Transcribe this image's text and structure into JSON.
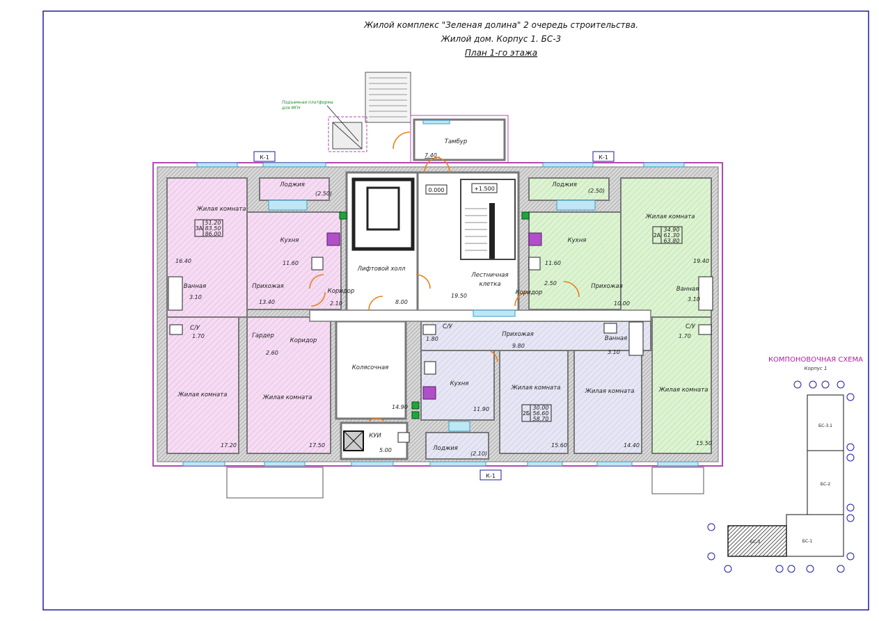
{
  "header": {
    "line1": "Жилой комплекс \"Зеленая долина\" 2 очередь строительства.",
    "line2": "Жилой дом. Корпус 1. БС-3",
    "line3": "План 1-го этажа"
  },
  "platform_note": {
    "line1": "Подъемная платформа",
    "line2": "для МГН"
  },
  "section_marks": {
    "top_left": "К-1",
    "top_right": "К-1",
    "bottom": "К-1"
  },
  "levels": {
    "ground": "0.000",
    "stair": "+1.500"
  },
  "common": {
    "tambur": "Тамбур",
    "tambur_area": "7.40",
    "lift_hall": "Лифтовой холл",
    "lift_hall_area": "8.00",
    "stair_label_1": "Лестничная",
    "stair_label_2": "клетка",
    "stair_area": "19.50",
    "stroller": "Колясочная",
    "stroller_area": "14.90",
    "kui": "КУИ",
    "kui_area": "5.00"
  },
  "apt_left": {
    "loggia": "Лоджия",
    "loggia_area": "(2.50)",
    "room": "Жилая комната",
    "room_area": "16.40",
    "kitchen": "Кухня",
    "kitchen_area": "11.60",
    "hall": "Прихожая",
    "hall_area": "13.40",
    "bath": "Ванная",
    "bath_area": "3.10",
    "wc": "С/У",
    "wc_area": "1.70",
    "corridor": "Коридор",
    "corridor_area": "2.10",
    "garderobe": "Гардер",
    "garderobe_area": "2.60",
    "corridor2": "Коридор",
    "room2": "Жилая комната",
    "room2_area": "17.20",
    "room3": "Жилая комната",
    "room3_area": "17.50",
    "type": "3А",
    "stats": [
      "51.20",
      "83.50",
      "86.00"
    ]
  },
  "apt_right": {
    "loggia": "Лоджия",
    "loggia_area": "(2.50)",
    "room": "Жилая комната",
    "room_area": "19.40",
    "kitchen": "Кухня",
    "kitchen_area": "11.60",
    "hall": "Прихожая",
    "hall_area": "10.00",
    "bath": "Ванная",
    "bath_area": "3.10",
    "wc": "С/У",
    "wc_area": "1.70",
    "corridor": "Коридор",
    "corridor_area": "2.50",
    "room2": "Жилая комната",
    "room2_area": "15.50",
    "type": "2А",
    "stats": [
      "34.90",
      "61.30",
      "63.80"
    ]
  },
  "apt_mid": {
    "wc": "С/У",
    "wc_area": "1.80",
    "hall": "Прихожая",
    "hall_area": "9.80",
    "kitchen": "Кухня",
    "kitchen_area": "11.90",
    "room": "Жилая комната",
    "room_area": "15.60",
    "room2": "Жилая комната",
    "room2_area": "14.40",
    "bath": "Ванная",
    "bath_area": "3.10",
    "loggia": "Лоджия",
    "loggia_area": "(2.10)",
    "type": "2Б",
    "stats": [
      "30.00",
      "56.60",
      "58.70"
    ]
  },
  "scheme": {
    "title": "КОМПОНОВОЧНАЯ СХЕМА",
    "subtitle": "Корпус 1",
    "blocks": [
      "БС-3.1",
      "БС-2",
      "БС-3",
      "БС-1"
    ]
  },
  "colors": {
    "frame": "#1a1aa8",
    "wall": "#8a8a8a",
    "outline": "#b347b3",
    "apt_left": "#f0d0ee",
    "apt_right": "#d4f0c8",
    "apt_mid": "#d8d8ee",
    "door": "#e8801a",
    "window": "#60b8d8",
    "title_accent": "#b020a0"
  }
}
